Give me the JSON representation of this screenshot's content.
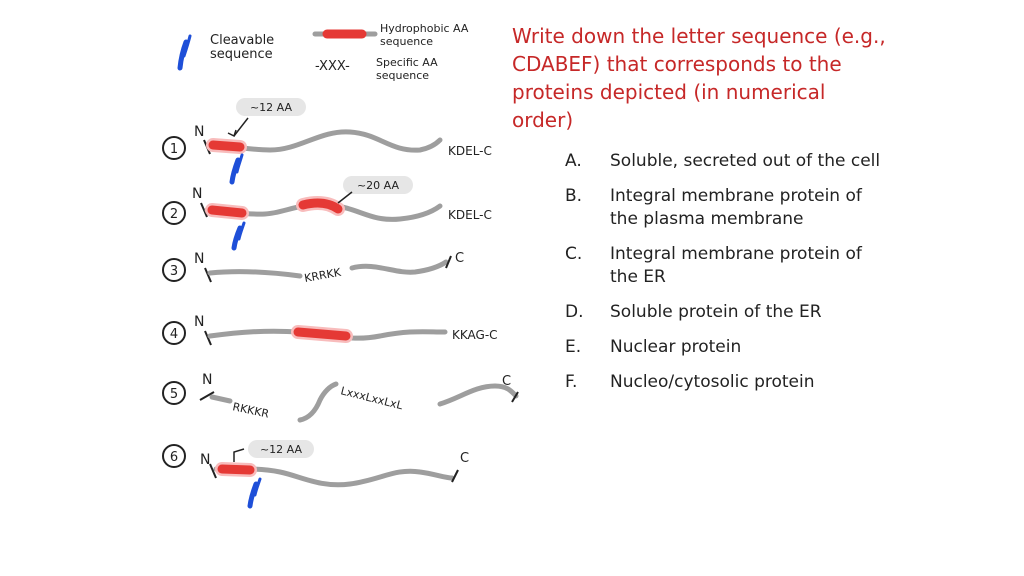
{
  "legend": {
    "cleavable_label_line1": "Cleavable",
    "cleavable_label_line2": "sequence",
    "hydrophobic_label_line1": "Hydrophobic AA",
    "hydrophobic_label_line2": "sequence",
    "specific_symbol": "-XXX-",
    "specific_label_line1": "Specific AA",
    "specific_label_line2": "sequence"
  },
  "question": "Write down the letter sequence (e.g., CDABEF) that corresponds to the  proteins depicted (in numerical order)",
  "options": [
    {
      "letter": "A.",
      "text": "Soluble, secreted out of the cell"
    },
    {
      "letter": "B.",
      "text": "Integral membrane protein of the plasma membrane"
    },
    {
      "letter": "C.",
      "text": "Integral membrane protein of the ER"
    },
    {
      "letter": "D.",
      "text": "Soluble protein of the ER"
    },
    {
      "letter": "E.",
      "text": "Nuclear protein"
    },
    {
      "letter": "F.",
      "text": "Nucleo/cytosolic protein"
    }
  ],
  "proteins": [
    {
      "number": "1",
      "n_label": "N",
      "c_label": "KDEL-C",
      "annotation": "~12 AA"
    },
    {
      "number": "2",
      "n_label": "N",
      "c_label": "KDEL-C",
      "annotation": "~20 AA"
    },
    {
      "number": "3",
      "n_label": "N",
      "c_label": "C",
      "motif": "KRRKK"
    },
    {
      "number": "4",
      "n_label": "N",
      "c_label": "KKAG-C"
    },
    {
      "number": "5",
      "n_label": "N",
      "c_label": "C",
      "motif": "RKKKR",
      "motif2": "LxxxLxxLxL"
    },
    {
      "number": "6",
      "n_label": "N",
      "c_label": "C",
      "annotation": "~12 AA"
    }
  ],
  "colors": {
    "chain": "#9e9e9e",
    "hydrophobic": "#e53935",
    "hydrophobic_glow": "#f8bcbc",
    "cleavage": "#1e4fd8",
    "question": "#c62828",
    "annotation_bubble": "#e6e6e6"
  }
}
